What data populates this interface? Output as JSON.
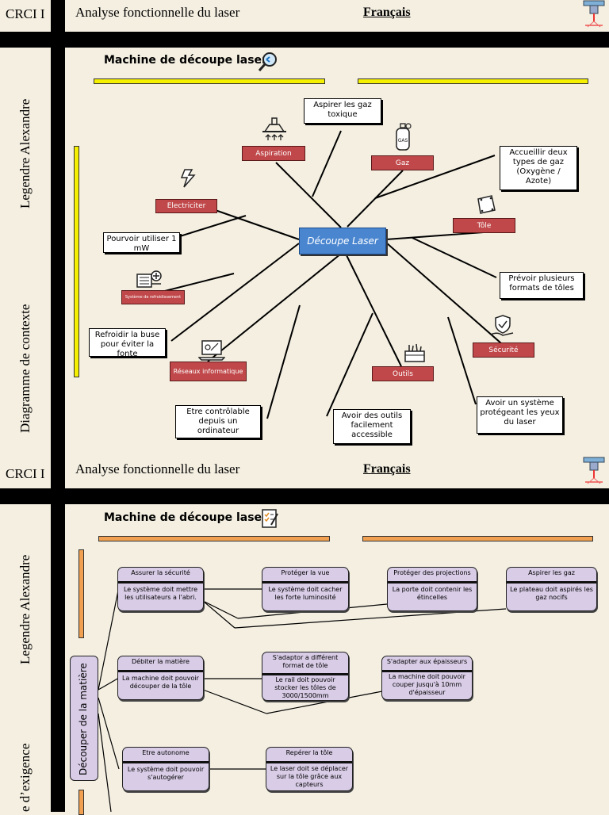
{
  "header": {
    "crci": "CRCI I",
    "title": "Analyse fonctionnelle du laser",
    "language": "Français"
  },
  "context_page": {
    "side_label_top": "Legendre Alexandre",
    "side_label_bottom": "Diagramme de contexte",
    "title": "Machine de découpe laser",
    "center": "Découpe Laser",
    "red_labels": {
      "aspiration": "Aspiration",
      "gaz": "Gaz",
      "tole": "Tôle",
      "securite": "Sécurité",
      "outils": "Outils",
      "reseau": "Réseaux informatique",
      "refroid": "Système de refroidissement",
      "elec": "Electriciter"
    },
    "notes": {
      "aspirer": "Aspirer les gaz toxique",
      "accueillir": "Accueillir deux types de gaz (Oxygène / Azote)",
      "formats": "Prévoir plusieurs formats de tôles",
      "yeux": "Avoir un système protégeant les yeux du laser",
      "outils": "Avoir des outils facilement accessible",
      "controle": "Etre contrôlable depuis un ordinateur",
      "refroidir": "Refroidir la buse pour éviter la fonte",
      "pouvoir": "Pourvoir utiliser 1 mW"
    },
    "icons": [
      "hood-icon",
      "gas-cylinder-icon",
      "sheet-icon",
      "shield-hand-icon",
      "toolbox-icon",
      "laptop-icon",
      "cooling-unit-icon",
      "lightning-icon",
      "magnifier-icon"
    ]
  },
  "requirement_page": {
    "side_label_top": "Legendre Alexandre",
    "side_label_bottom": "e d’exigence",
    "title": "Machine de découpe laser",
    "root": "Découper de la matière",
    "rows": [
      [
        {
          "title": "Assurer la sécurité",
          "desc": "Le système doit mettre les utilisateurs a l'abri."
        },
        {
          "title": "Protéger la vue",
          "desc": "Le système doit cacher les forte luminosité"
        },
        {
          "title": "Protéger des projections",
          "desc": "La porte doit contenir les étincelles"
        },
        {
          "title": "Aspirer les gaz",
          "desc": "Le plateau doit aspirés les gaz nocifs"
        }
      ],
      [
        {
          "title": "Débiter la matière",
          "desc": "La machine doit pouvoir découper de la tôle"
        },
        {
          "title": "S'adaptor a différent format de tôle",
          "desc": "Le rail doit pouvoir stocker les tôles de 3000/1500mm"
        },
        {
          "title": "S'adapter aux épaisseurs",
          "desc": "La machine doit pouvoir couper jusqu'à 10mm d'épaisseur"
        }
      ],
      [
        {
          "title": "Etre autonome",
          "desc": "Le système doit pouvoir s'autogérer"
        },
        {
          "title": "Repérer la tôle",
          "desc": "Le laser doit se déplacer sur la tôle grâce aux capteurs"
        }
      ]
    ]
  }
}
